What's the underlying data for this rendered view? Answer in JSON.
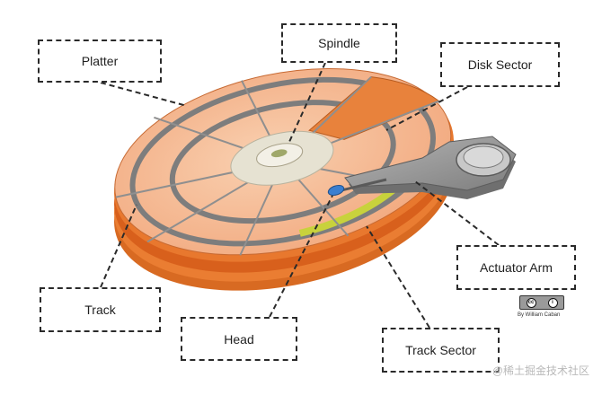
{
  "labels": {
    "platter": "Platter",
    "spindle": "Spindle",
    "disk_sector": "Disk Sector",
    "actuator_arm": "Actuator Arm",
    "track": "Track",
    "head": "Head",
    "track_sector": "Track Sector"
  },
  "license": {
    "badge_left": "cc",
    "badge_right": "i",
    "credit": "By William Caban"
  },
  "watermark": "@稀土掘金技术社区",
  "colors": {
    "platter_face": "#f4b48e",
    "platter_edge": "#e8782e",
    "disk_sector": "#e8823c",
    "track_sector": "#c8d23c",
    "track": "#8a8a8a",
    "arm": "#9a9a9a",
    "head_tip": "#3a7fd0",
    "spindle": "#e6e2d2"
  }
}
